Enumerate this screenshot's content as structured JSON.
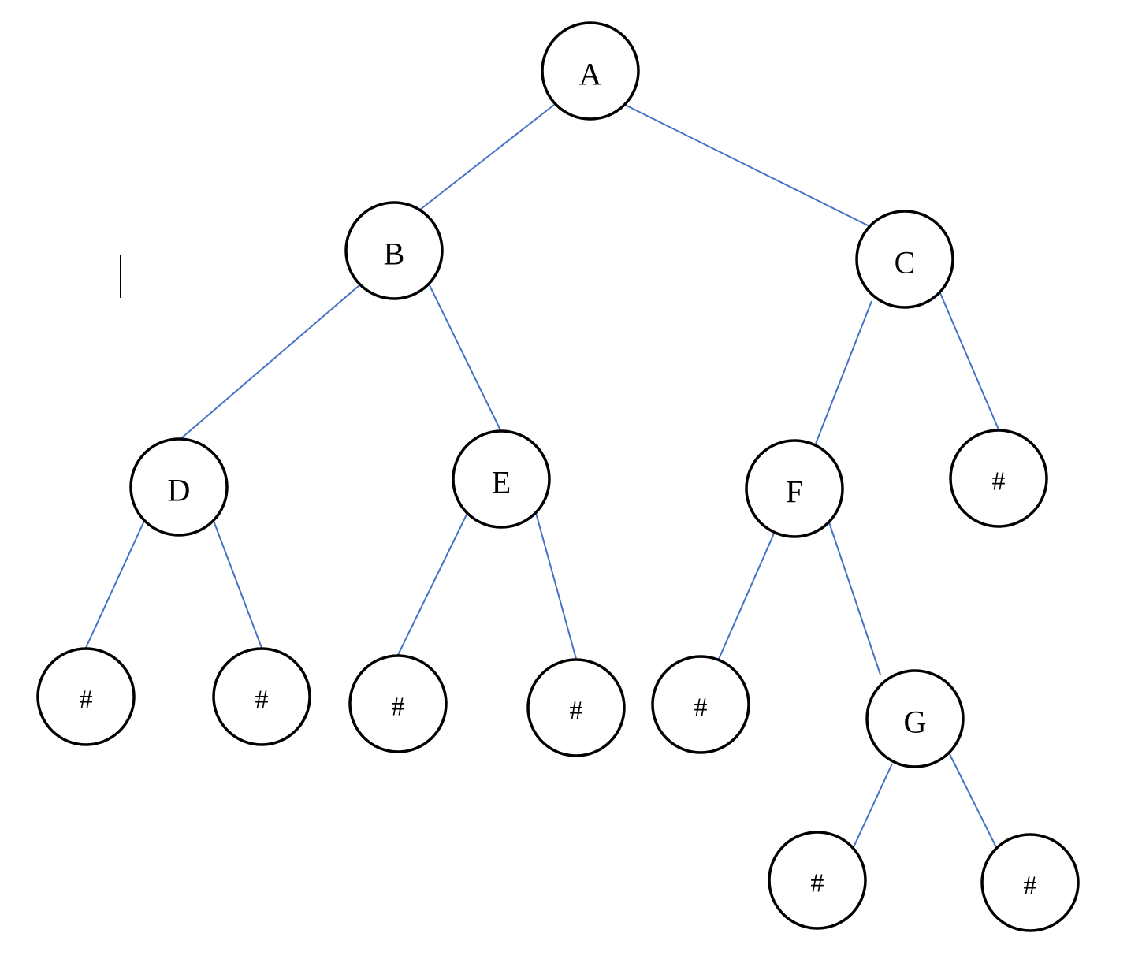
{
  "colors": {
    "edge": "#4472c4",
    "node_stroke": "#000000",
    "background": "#ffffff"
  },
  "nodes": [
    {
      "id": "A",
      "label": "A"
    },
    {
      "id": "B",
      "label": "B"
    },
    {
      "id": "C",
      "label": "C"
    },
    {
      "id": "D",
      "label": "D"
    },
    {
      "id": "E",
      "label": "E"
    },
    {
      "id": "F",
      "label": "F"
    },
    {
      "id": "N_C",
      "label": "#"
    },
    {
      "id": "N_D1",
      "label": "#"
    },
    {
      "id": "N_D2",
      "label": "#"
    },
    {
      "id": "N_E1",
      "label": "#"
    },
    {
      "id": "N_E2",
      "label": "#"
    },
    {
      "id": "N_F",
      "label": "#"
    },
    {
      "id": "G",
      "label": "G"
    },
    {
      "id": "N_G1",
      "label": "#"
    },
    {
      "id": "N_G2",
      "label": "#"
    }
  ],
  "edges": [
    {
      "from": "A",
      "to": "B"
    },
    {
      "from": "A",
      "to": "C"
    },
    {
      "from": "B",
      "to": "D"
    },
    {
      "from": "B",
      "to": "E"
    },
    {
      "from": "C",
      "to": "F"
    },
    {
      "from": "C",
      "to": "N_C"
    },
    {
      "from": "D",
      "to": "N_D1"
    },
    {
      "from": "D",
      "to": "N_D2"
    },
    {
      "from": "E",
      "to": "N_E1"
    },
    {
      "from": "E",
      "to": "N_E2"
    },
    {
      "from": "F",
      "to": "N_F"
    },
    {
      "from": "F",
      "to": "G"
    },
    {
      "from": "G",
      "to": "N_G1"
    },
    {
      "from": "G",
      "to": "N_G2"
    }
  ]
}
